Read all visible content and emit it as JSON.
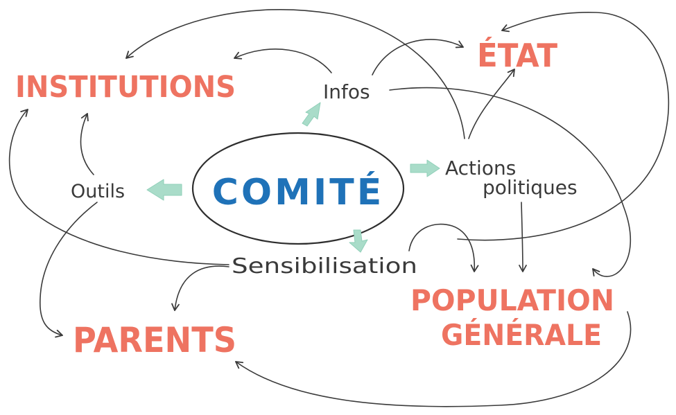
{
  "center": {
    "label": "COMITÉ",
    "color": "#1f72b8"
  },
  "targets": [
    {
      "id": "institutions",
      "label": "INSTITUTIONS"
    },
    {
      "id": "etat",
      "label": "ÉTAT"
    },
    {
      "id": "parents",
      "label": "PARENTS"
    },
    {
      "id": "population-line1",
      "label": "POPULATION"
    },
    {
      "id": "population-line2",
      "label": "GÉNÉRALE"
    }
  ],
  "targets_color": "#ee7361",
  "channels": [
    {
      "id": "infos",
      "label": "Infos"
    },
    {
      "id": "actions-line1",
      "label": "Actions"
    },
    {
      "id": "actions-line2",
      "label": "politiques"
    },
    {
      "id": "outils",
      "label": "Outils"
    },
    {
      "id": "sensibilisation",
      "label": "Sensibilisation"
    }
  ],
  "channels_color": "#3a3a3a",
  "accent_arrow_color": "#a9dcc9"
}
